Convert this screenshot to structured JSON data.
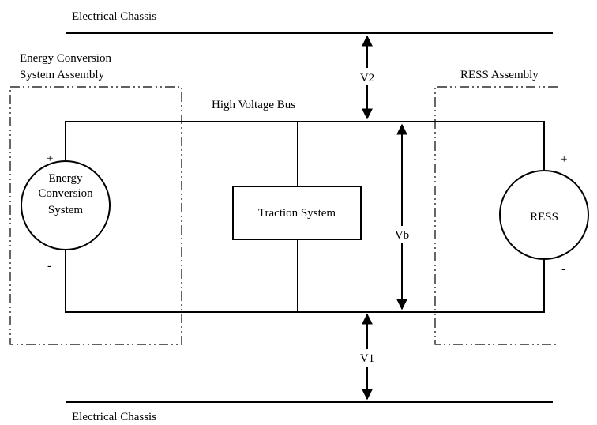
{
  "chassis": {
    "top_label": "Electrical Chassis",
    "bottom_label": "Electrical Chassis"
  },
  "ecs_assembly": {
    "label_line1": "Energy Conversion",
    "label_line2": "System Assembly"
  },
  "ress_assembly": {
    "label": "RESS Assembly"
  },
  "bus": {
    "label": "High Voltage Bus"
  },
  "ecs_source": {
    "line1": "Energy",
    "line2": "Conversion",
    "line3": "System",
    "plus": "+",
    "minus": "-"
  },
  "traction": {
    "label": "Traction System"
  },
  "ress_source": {
    "label": "RESS",
    "plus": "+",
    "minus": "-"
  },
  "voltages": {
    "v2": "V2",
    "v1": "V1",
    "vb": "Vb"
  }
}
